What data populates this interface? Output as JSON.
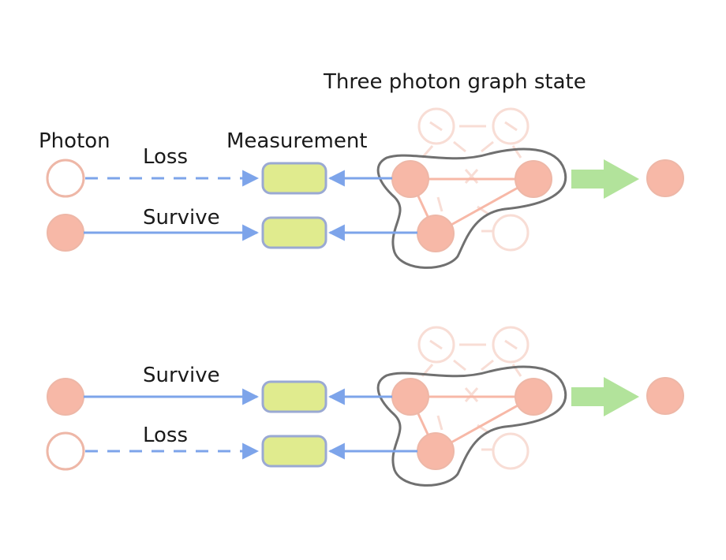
{
  "labels": {
    "graph_state": "Three photon graph state",
    "photon": "Photon",
    "measurement": "Measurement",
    "top_first": "Loss",
    "top_second": "Survive",
    "bottom_first": "Survive",
    "bottom_second": "Loss"
  },
  "colors": {
    "photon_fill": "#f7b8a7",
    "photon_stroke": "#eeb7a7",
    "lost_fill": "#ffffff",
    "line_blue": "#7da4ea",
    "box_fill": "#e0eb8e",
    "box_stroke": "#9aa9d3",
    "outline": "#707070",
    "arrow_green": "#b2e39b",
    "faint": "#f8ddd5"
  },
  "panels": [
    {
      "name": "top",
      "rows": [
        {
          "status": "lost"
        },
        {
          "status": "survived"
        }
      ]
    },
    {
      "name": "bottom",
      "rows": [
        {
          "status": "survived"
        },
        {
          "status": "lost"
        }
      ]
    }
  ]
}
